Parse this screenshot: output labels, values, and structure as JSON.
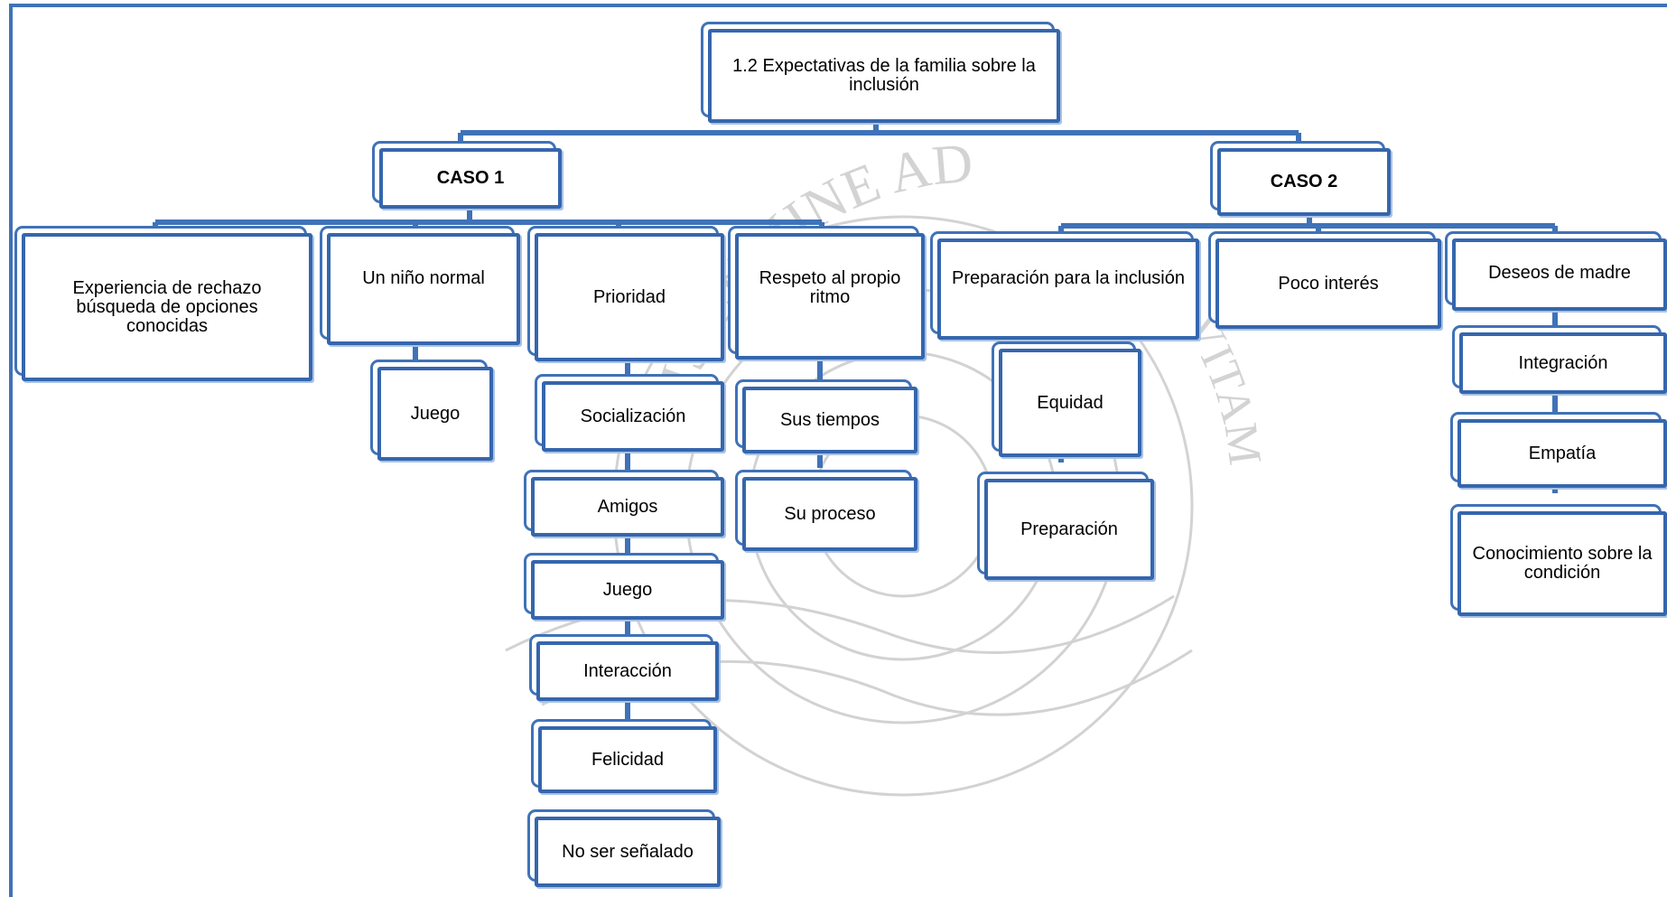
{
  "colors": {
    "border": "#3566ad",
    "connector": "#3f72b8",
    "watermark": "#b9b9b9"
  },
  "watermark": {
    "text_arc_1": "TIS LUMINE AD",
    "text_arc_2": "RIS VITAM"
  },
  "root": {
    "label": "1.2 Expectativas de la familia sobre la inclusión"
  },
  "case1": {
    "label": "CASO 1",
    "branches": [
      {
        "label": "Experiencia de rechazo búsqueda de opciones conocidas",
        "children": []
      },
      {
        "label": "Un niño normal",
        "children": [
          "Juego"
        ]
      },
      {
        "label": "Prioridad",
        "children": [
          "Socialización",
          "Amigos",
          "Juego",
          "Interacción",
          "Felicidad",
          "No ser señalado"
        ]
      },
      {
        "label": "Respeto al propio ritmo",
        "children": [
          "Sus tiempos",
          "Su proceso"
        ]
      }
    ]
  },
  "case2": {
    "label": "CASO 2",
    "branches": [
      {
        "label": "Preparación para la inclusión",
        "children": [
          "Equidad",
          "Preparación"
        ]
      },
      {
        "label": "Poco interés",
        "children": []
      },
      {
        "label": "Deseos de madre",
        "children": [
          "Integración",
          "Empatía",
          "Conocimiento sobre la condición"
        ]
      }
    ]
  }
}
